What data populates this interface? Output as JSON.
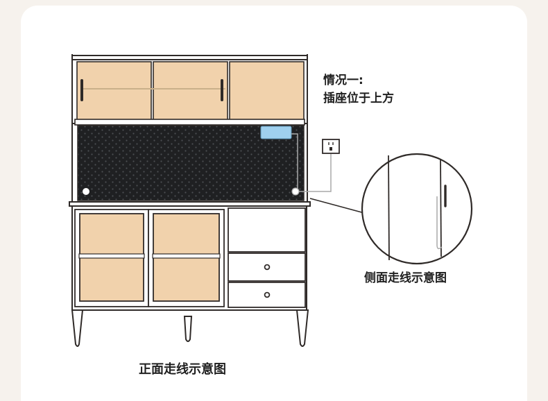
{
  "labels": {
    "case_title": "情况一:",
    "case_desc": "插座位于上方",
    "side_caption": "侧面走线示意图",
    "front_caption": "正面走线示意图"
  },
  "colors": {
    "background": "#f6f2ed",
    "card": "#ffffff",
    "outline": "#2f2a28",
    "panel_wood": "#edd1aa",
    "glass": "#f1d2ac",
    "pegboard": "#1f2022",
    "socket_device": "#9fd0ee",
    "cable": "#a9a9a9"
  },
  "icons": {
    "wall_socket": "wall-socket-icon",
    "drawer_knob": "knob-icon",
    "side_handle": "handle-icon",
    "cable_clip": "clip-icon"
  }
}
